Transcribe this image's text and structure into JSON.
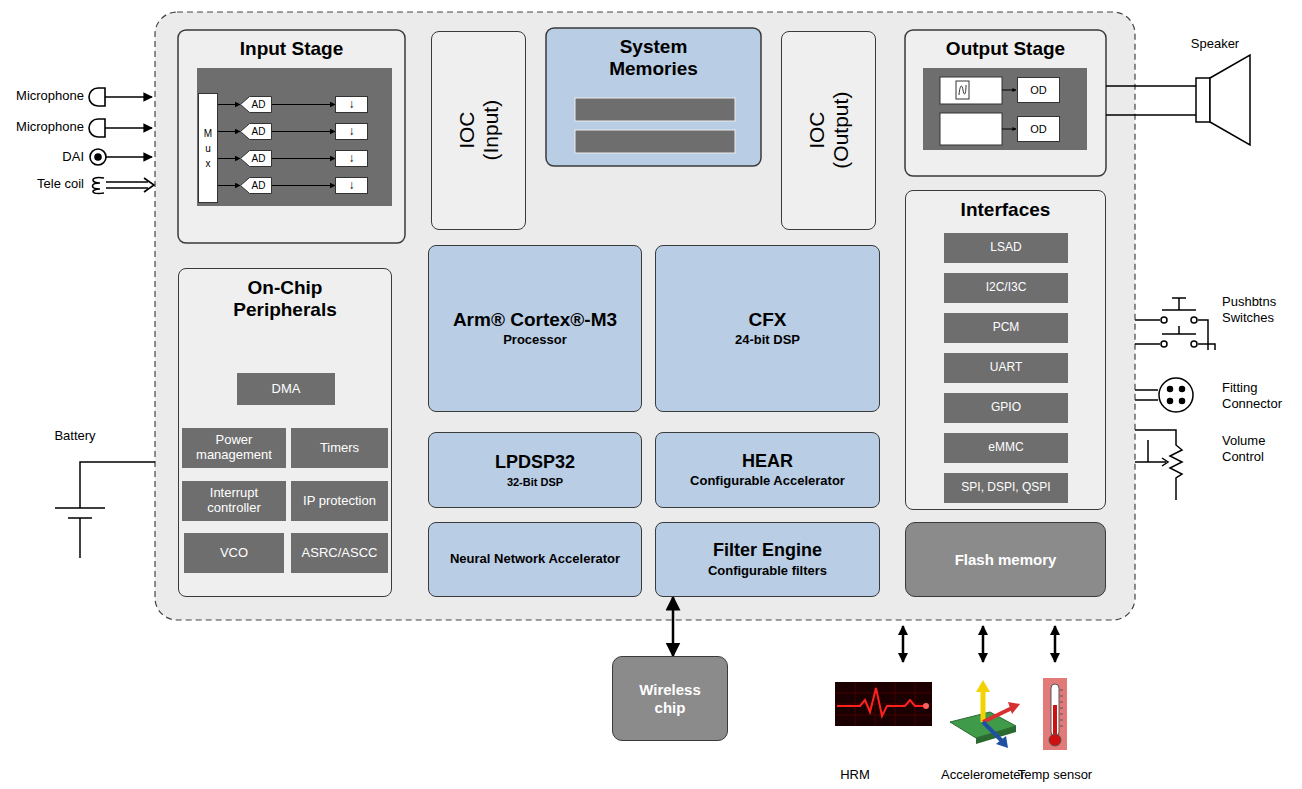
{
  "diagram": {
    "nodes": [
      {
        "text": [
          "Input Stage"
        ]
      },
      {
        "text": [
          "Mux"
        ],
        "in": 0
      },
      {
        "text": [
          "AD"
        ],
        "in": 0
      },
      {
        "text": [
          "AD"
        ],
        "in": 0
      },
      {
        "text": [
          "AD"
        ],
        "in": 0
      },
      {
        "text": [
          "AD"
        ],
        "in": 0
      },
      {
        "text": [
          "↓"
        ],
        "in": 0
      },
      {
        "text": [
          "↓"
        ],
        "in": 0
      },
      {
        "text": [
          "↓"
        ],
        "in": 0
      },
      {
        "text": [
          "↓"
        ],
        "in": 0
      },
      {
        "text": [
          "IOC (Input)"
        ]
      },
      {
        "text": [
          "System Memories"
        ]
      },
      {
        "text": [
          "IOC (Output)"
        ]
      },
      {
        "text": [
          "Output Stage"
        ]
      },
      {
        "text": [
          "OD"
        ],
        "in": 13
      },
      {
        "text": [
          "OD"
        ],
        "in": 13
      },
      {
        "text": [
          "On-Chip Peripherals"
        ]
      },
      {
        "text": [
          "DMA"
        ],
        "in": 16
      },
      {
        "text": [
          "Power management"
        ],
        "in": 16
      },
      {
        "text": [
          "Timers"
        ],
        "in": 16
      },
      {
        "text": [
          "Interrupt controller"
        ],
        "in": 16
      },
      {
        "text": [
          "IP protection"
        ],
        "in": 16
      },
      {
        "text": [
          "VCO"
        ],
        "in": 16
      },
      {
        "text": [
          "ASRC/ASCC"
        ],
        "in": 16
      },
      {
        "text": [
          "Arm® Cortex®-M3",
          "Processor"
        ]
      },
      {
        "text": [
          "CFX",
          "24-bit DSP"
        ]
      },
      {
        "text": [
          "LPDSP32",
          "32-Bit DSP"
        ]
      },
      {
        "text": [
          "HEAR",
          "Configurable Accelerator"
        ]
      },
      {
        "text": [
          "Interfaces"
        ]
      },
      {
        "text": [
          "LSAD"
        ],
        "in": 28
      },
      {
        "text": [
          "I2C/I3C"
        ],
        "in": 28
      },
      {
        "text": [
          "PCM"
        ],
        "in": 28
      },
      {
        "text": [
          "UART"
        ],
        "in": 28
      },
      {
        "text": [
          "GPIO"
        ],
        "in": 28
      },
      {
        "text": [
          "eMMC"
        ],
        "in": 28
      },
      {
        "text": [
          "SPI, DSPI, QSPI"
        ],
        "in": 28
      },
      {
        "text": [
          "Neural Network Accelerator"
        ]
      },
      {
        "text": [
          "Filter Engine",
          "Configurable filters"
        ]
      },
      {
        "text": [
          "Flash memory"
        ]
      },
      {
        "text": [
          "Wireless chip"
        ]
      }
    ],
    "edges": [
      {
        "from": 1,
        "to": 2,
        "arrow": "to"
      },
      {
        "from": 1,
        "to": 3,
        "arrow": "to"
      },
      {
        "from": 1,
        "to": 4,
        "arrow": "to"
      },
      {
        "from": 1,
        "to": 5,
        "arrow": "to"
      },
      {
        "from": 2,
        "to": 6,
        "arrow": "to"
      },
      {
        "from": 3,
        "to": 7,
        "arrow": "to"
      },
      {
        "from": 4,
        "to": 8,
        "arrow": "to"
      },
      {
        "from": 5,
        "to": 9,
        "arrow": "to"
      },
      {
        "from": 37,
        "to": 39,
        "arrow": "both"
      }
    ],
    "labels": [
      "Microphone",
      "Microphone",
      "DAI",
      "Tele coil",
      "Speaker",
      "Battery",
      "Pushbtns Switches",
      "Fitting Connector",
      "Volume Control",
      "HRM",
      "Accelerometer",
      "Temp sensor"
    ]
  }
}
